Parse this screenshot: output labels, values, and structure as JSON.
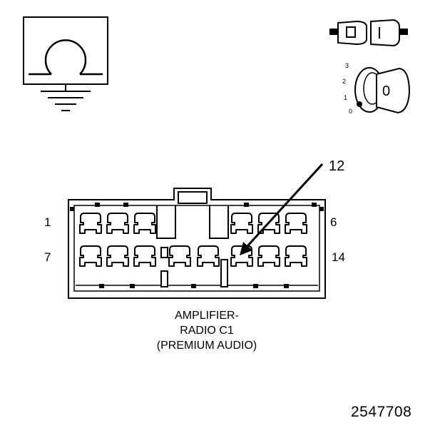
{
  "pin_labels": {
    "top_left": "1",
    "top_right": "6",
    "bottom_left": "7",
    "bottom_right": "14"
  },
  "callout": {
    "number": "12"
  },
  "ignition": {
    "positions": [
      "3",
      "2",
      "1",
      "0"
    ],
    "key_label": "0"
  },
  "caption": {
    "line1": "AMPLIFIER-",
    "line2": "RADIO C1",
    "line3": "(PREMIUM AUDIO)"
  },
  "figure_id": "2547708",
  "colors": {
    "ink": "#000000",
    "background": "#ffffff"
  },
  "icons": [
    "ground-symbol-icon",
    "fuse-connector-icon",
    "ignition-key-icon",
    "arrow-icon"
  ]
}
